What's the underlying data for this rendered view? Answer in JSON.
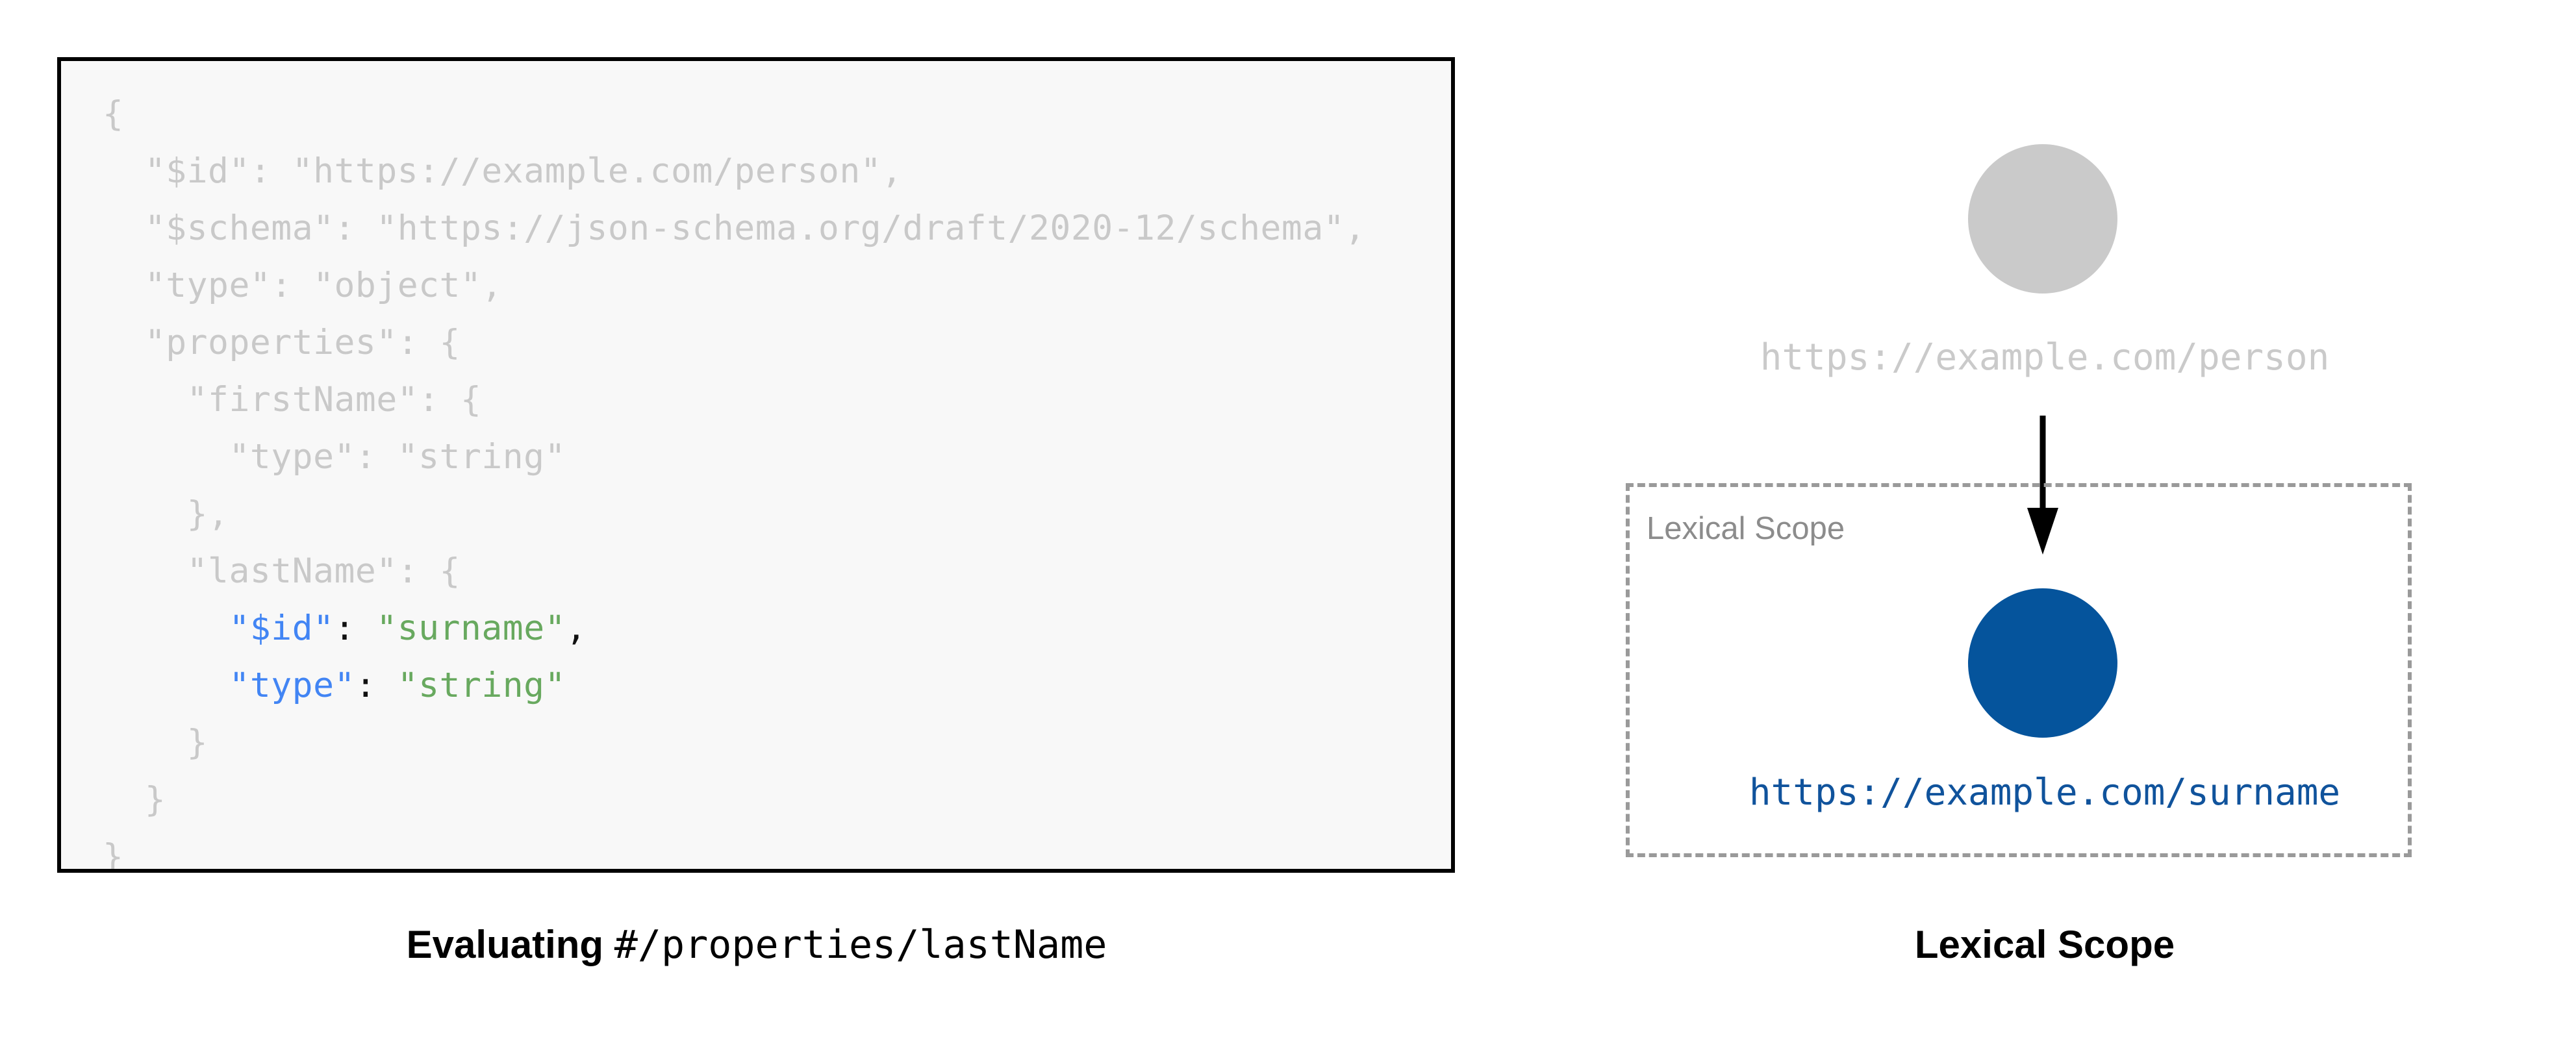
{
  "left": {
    "code_block": {
      "name": "json-schema-source",
      "background_color": "#f8f8f8",
      "border_color": "#000000",
      "lines": [
        {
          "indent": 0,
          "tokens": [
            {
              "t": "{",
              "c": "dim"
            }
          ]
        },
        {
          "indent": 1,
          "tokens": [
            {
              "t": "\"$id\"",
              "c": "dim"
            },
            {
              "t": ": ",
              "c": "dim"
            },
            {
              "t": "\"https://example.com/person\"",
              "c": "dim"
            },
            {
              "t": ",",
              "c": "dim"
            }
          ]
        },
        {
          "indent": 1,
          "tokens": [
            {
              "t": "\"$schema\"",
              "c": "dim"
            },
            {
              "t": ": ",
              "c": "dim"
            },
            {
              "t": "\"https://json-schema.org/draft/2020-12/schema\"",
              "c": "dim"
            },
            {
              "t": ",",
              "c": "dim"
            }
          ]
        },
        {
          "indent": 1,
          "tokens": [
            {
              "t": "\"type\"",
              "c": "dim"
            },
            {
              "t": ": ",
              "c": "dim"
            },
            {
              "t": "\"object\"",
              "c": "dim"
            },
            {
              "t": ",",
              "c": "dim"
            }
          ]
        },
        {
          "indent": 1,
          "tokens": [
            {
              "t": "\"properties\"",
              "c": "dim"
            },
            {
              "t": ": {",
              "c": "dim"
            }
          ]
        },
        {
          "indent": 2,
          "tokens": [
            {
              "t": "\"firstName\"",
              "c": "dim"
            },
            {
              "t": ": {",
              "c": "dim"
            }
          ]
        },
        {
          "indent": 3,
          "tokens": [
            {
              "t": "\"type\"",
              "c": "dim"
            },
            {
              "t": ": ",
              "c": "dim"
            },
            {
              "t": "\"string\"",
              "c": "dim"
            }
          ]
        },
        {
          "indent": 2,
          "tokens": [
            {
              "t": "},",
              "c": "dim"
            }
          ]
        },
        {
          "indent": 2,
          "tokens": [
            {
              "t": "\"lastName\"",
              "c": "dim"
            },
            {
              "t": ": {",
              "c": "dim"
            }
          ]
        },
        {
          "indent": 3,
          "tokens": [
            {
              "t": "\"$id\"",
              "c": "key"
            },
            {
              "t": ": ",
              "c": "punct"
            },
            {
              "t": "\"surname\"",
              "c": "str"
            },
            {
              "t": ",",
              "c": "punct"
            }
          ]
        },
        {
          "indent": 3,
          "tokens": [
            {
              "t": "\"type\"",
              "c": "key"
            },
            {
              "t": ": ",
              "c": "punct"
            },
            {
              "t": "\"string\"",
              "c": "str"
            }
          ]
        },
        {
          "indent": 2,
          "tokens": [
            {
              "t": "}",
              "c": "dim"
            }
          ]
        },
        {
          "indent": 1,
          "tokens": [
            {
              "t": "}",
              "c": "dim"
            }
          ]
        },
        {
          "indent": 0,
          "tokens": [
            {
              "t": "}",
              "c": "dim"
            }
          ]
        }
      ]
    },
    "caption": {
      "bold_part": "Evaluating",
      "mono_part": "#/properties/lastName"
    }
  },
  "right": {
    "outer_node": {
      "label": "https://example.com/person",
      "color": "#cacaca"
    },
    "scope_box": {
      "label": "Lexical Scope",
      "border_color": "#9a9a9a"
    },
    "inner_node": {
      "label": "https://example.com/surname",
      "circle_color": "#05549c",
      "text_color": "#10539c"
    },
    "caption": "Lexical Scope"
  },
  "colors": {
    "json_key": "#4285f4",
    "json_string": "#68a95f",
    "json_dim": "#c9c9c9",
    "accent_blue": "#05549c"
  }
}
